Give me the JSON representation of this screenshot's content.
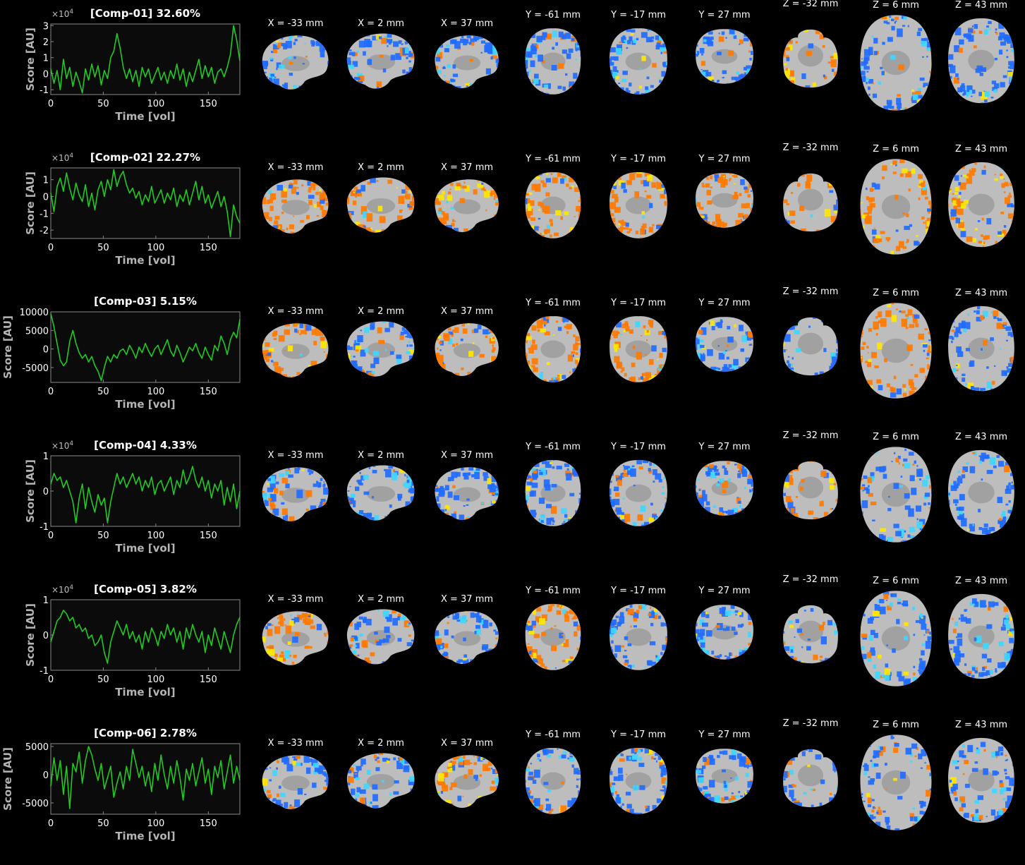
{
  "chart_data": [
    {
      "type": "line",
      "title": "[Comp-01] 32.60%",
      "xlabel": "Time [vol]",
      "ylabel": "Score [AU]",
      "y_multiplier": "×10",
      "y_exponent": "4",
      "xlim": [
        0,
        180
      ],
      "ylim": [
        -1.3,
        3.1
      ],
      "xticks": [
        0,
        50,
        100,
        150
      ],
      "yticks": [
        -1,
        0,
        1,
        2,
        3
      ],
      "ytick_labels": [
        "-1",
        "0",
        "1",
        "2",
        "3"
      ],
      "series": [
        {
          "color": "#22c922",
          "x": [
            0,
            3,
            6,
            9,
            12,
            15,
            18,
            21,
            24,
            27,
            30,
            33,
            36,
            39,
            42,
            45,
            48,
            51,
            54,
            57,
            60,
            63,
            66,
            69,
            72,
            75,
            78,
            81,
            84,
            87,
            90,
            93,
            96,
            99,
            102,
            105,
            108,
            111,
            114,
            117,
            120,
            123,
            126,
            129,
            132,
            135,
            138,
            141,
            144,
            147,
            150,
            153,
            156,
            159,
            162,
            165,
            168,
            171,
            174,
            177,
            180
          ],
          "y": [
            0.3,
            -0.6,
            0.2,
            -1.0,
            0.9,
            -0.3,
            0.4,
            -0.8,
            0.1,
            -0.5,
            -1.2,
            0.3,
            -0.4,
            0.6,
            -0.2,
            0.5,
            -0.7,
            0.2,
            -0.3,
            1.0,
            1.4,
            2.5,
            1.6,
            0.4,
            -0.3,
            0.3,
            -0.5,
            0.2,
            -0.8,
            0.4,
            -0.2,
            0.3,
            -0.6,
            -0.1,
            0.4,
            -0.4,
            0.1,
            -0.6,
            0.2,
            -0.3,
            0.6,
            -0.4,
            0.3,
            -0.8,
            0.1,
            -0.5,
            0.2,
            0.9,
            -0.3,
            0.5,
            -0.2,
            0.4,
            -0.6,
            0.1,
            0.3,
            -0.2,
            0.4,
            1.2,
            3.0,
            2.1,
            0.8
          ]
        }
      ]
    },
    {
      "type": "line",
      "title": "[Comp-02] 22.27%",
      "xlabel": "Time [vol]",
      "ylabel": "Score [AU]",
      "y_multiplier": "×10",
      "y_exponent": "4",
      "xlim": [
        0,
        180
      ],
      "ylim": [
        -2.5,
        1.7
      ],
      "xticks": [
        0,
        50,
        100,
        150
      ],
      "yticks": [
        -2,
        -1,
        0,
        1
      ],
      "ytick_labels": [
        "-2",
        "-1",
        "0",
        "1"
      ],
      "series": [
        {
          "color": "#22c922",
          "x": [
            0,
            3,
            6,
            9,
            12,
            15,
            18,
            21,
            24,
            27,
            30,
            33,
            36,
            39,
            42,
            45,
            48,
            51,
            54,
            57,
            60,
            63,
            66,
            69,
            72,
            75,
            78,
            81,
            84,
            87,
            90,
            93,
            96,
            99,
            102,
            105,
            108,
            111,
            114,
            117,
            120,
            123,
            126,
            129,
            132,
            135,
            138,
            141,
            144,
            147,
            150,
            153,
            156,
            159,
            162,
            165,
            168,
            171,
            174,
            177,
            180
          ],
          "y": [
            0.2,
            -0.9,
            0.6,
            1.1,
            0.3,
            1.4,
            0.5,
            -0.2,
            0.8,
            0.1,
            -0.3,
            0.7,
            -0.6,
            0.2,
            -0.8,
            0.4,
            0.9,
            0.0,
            1.0,
            0.4,
            1.6,
            0.6,
            1.2,
            1.5,
            0.7,
            0.2,
            0.5,
            -0.1,
            0.3,
            -0.5,
            0.1,
            -0.3,
            0.6,
            -0.4,
            0.0,
            0.4,
            -0.4,
            0.2,
            -0.2,
            0.5,
            -0.6,
            0.1,
            -0.3,
            0.4,
            -0.5,
            0.2,
            0.9,
            -0.2,
            0.6,
            -0.4,
            0.1,
            -0.7,
            -0.2,
            0.3,
            -0.6,
            0.0,
            -0.9,
            -2.4,
            -0.5,
            -1.2,
            -1.6
          ]
        }
      ]
    },
    {
      "type": "line",
      "title": "[Comp-03] 5.15%",
      "xlabel": "Time [vol]",
      "ylabel": "Score [AU]",
      "xlim": [
        0,
        180
      ],
      "ylim": [
        -9000,
        10000
      ],
      "xticks": [
        0,
        50,
        100,
        150
      ],
      "yticks": [
        -5000,
        0,
        5000,
        10000
      ],
      "ytick_labels": [
        "-5000",
        "0",
        "5000",
        "10000"
      ],
      "series": [
        {
          "color": "#22c922",
          "x": [
            0,
            3,
            6,
            9,
            12,
            15,
            18,
            21,
            24,
            27,
            30,
            33,
            36,
            39,
            42,
            45,
            48,
            51,
            54,
            57,
            60,
            63,
            66,
            69,
            72,
            75,
            78,
            81,
            84,
            87,
            90,
            93,
            96,
            99,
            102,
            105,
            108,
            111,
            114,
            117,
            120,
            123,
            126,
            129,
            132,
            135,
            138,
            141,
            144,
            147,
            150,
            153,
            156,
            159,
            162,
            165,
            168,
            171,
            174,
            177,
            180
          ],
          "y": [
            9500,
            6000,
            1500,
            -3000,
            -4500,
            -3500,
            2000,
            5000,
            1500,
            -1000,
            -2500,
            -1500,
            -3500,
            -2000,
            -4500,
            -6000,
            -8500,
            -5000,
            -2000,
            -3500,
            -1500,
            -2500,
            -500,
            0,
            -1500,
            1000,
            -500,
            -2500,
            500,
            -1000,
            1500,
            -500,
            -2000,
            0,
            1000,
            -1500,
            500,
            2500,
            -500,
            -2000,
            1000,
            -1000,
            -3500,
            -1500,
            500,
            -500,
            1500,
            -1000,
            -2500,
            500,
            -1500,
            -3000,
            1000,
            -500,
            3500,
            1500,
            -1500,
            2500,
            4500,
            3000,
            8000
          ]
        }
      ]
    },
    {
      "type": "line",
      "title": "[Comp-04] 4.33%",
      "xlabel": "Time [vol]",
      "ylabel": "Score [AU]",
      "y_multiplier": "×10",
      "y_exponent": "4",
      "xlim": [
        0,
        180
      ],
      "ylim": [
        -1.0,
        1.0
      ],
      "xticks": [
        0,
        50,
        100,
        150
      ],
      "yticks": [
        -1,
        0,
        1
      ],
      "ytick_labels": [
        "-1",
        "0",
        "1"
      ],
      "series": [
        {
          "color": "#22c922",
          "x": [
            0,
            3,
            6,
            9,
            12,
            15,
            18,
            21,
            24,
            27,
            30,
            33,
            36,
            39,
            42,
            45,
            48,
            51,
            54,
            57,
            60,
            63,
            66,
            69,
            72,
            75,
            78,
            81,
            84,
            87,
            90,
            93,
            96,
            99,
            102,
            105,
            108,
            111,
            114,
            117,
            120,
            123,
            126,
            129,
            132,
            135,
            138,
            141,
            144,
            147,
            150,
            153,
            156,
            159,
            162,
            165,
            168,
            171,
            174,
            177,
            180
          ],
          "y": [
            0.2,
            0.5,
            0.3,
            0.4,
            0.1,
            0.3,
            0.0,
            -0.3,
            -0.9,
            -0.2,
            0.2,
            -0.5,
            0.1,
            -0.3,
            -0.6,
            -0.1,
            -0.4,
            -0.2,
            -0.9,
            -0.3,
            0.1,
            0.5,
            0.2,
            0.4,
            0.1,
            0.3,
            0.5,
            0.2,
            0.4,
            0.0,
            0.3,
            0.1,
            0.4,
            -0.1,
            0.2,
            0.3,
            0.0,
            0.2,
            0.4,
            -0.1,
            0.3,
            0.1,
            0.6,
            0.2,
            0.4,
            0.7,
            0.3,
            0.1,
            0.4,
            0.0,
            0.3,
            -0.2,
            0.2,
            0.0,
            0.3,
            -0.4,
            0.1,
            -0.3,
            0.2,
            -0.5,
            0.0
          ]
        }
      ]
    },
    {
      "type": "line",
      "title": "[Comp-05] 3.82%",
      "xlabel": "Time [vol]",
      "ylabel": "Score [AU]",
      "y_multiplier": "×10",
      "y_exponent": "4",
      "xlim": [
        0,
        180
      ],
      "ylim": [
        -1.0,
        1.0
      ],
      "xticks": [
        0,
        50,
        100,
        150
      ],
      "yticks": [
        -1,
        0,
        1
      ],
      "ytick_labels": [
        "-1",
        "0",
        "1"
      ],
      "series": [
        {
          "color": "#22c922",
          "x": [
            0,
            3,
            6,
            9,
            12,
            15,
            18,
            21,
            24,
            27,
            30,
            33,
            36,
            39,
            42,
            45,
            48,
            51,
            54,
            57,
            60,
            63,
            66,
            69,
            72,
            75,
            78,
            81,
            84,
            87,
            90,
            93,
            96,
            99,
            102,
            105,
            108,
            111,
            114,
            117,
            120,
            123,
            126,
            129,
            132,
            135,
            138,
            141,
            144,
            147,
            150,
            153,
            156,
            159,
            162,
            165,
            168,
            171,
            174,
            177,
            180
          ],
          "y": [
            -0.2,
            0.1,
            0.4,
            0.5,
            0.7,
            0.6,
            0.4,
            0.5,
            0.2,
            0.3,
            0.1,
            0.2,
            -0.1,
            0.0,
            -0.3,
            -0.2,
            0.0,
            -0.5,
            -0.8,
            -0.2,
            0.1,
            0.4,
            0.2,
            0.0,
            0.3,
            -0.1,
            0.1,
            -0.2,
            0.0,
            -0.4,
            0.1,
            -0.2,
            0.2,
            0.0,
            -0.3,
            0.1,
            -0.1,
            0.3,
            0.0,
            0.2,
            -0.2,
            0.1,
            -0.4,
            0.2,
            -0.1,
            0.3,
            0.0,
            -0.2,
            0.1,
            -0.5,
            0.0,
            -0.3,
            0.2,
            -0.1,
            -0.4,
            0.1,
            -0.2,
            -0.5,
            0.0,
            0.3,
            0.5
          ]
        }
      ]
    },
    {
      "type": "line",
      "title": "[Comp-06] 2.78%",
      "xlabel": "Time [vol]",
      "ylabel": "Score [AU]",
      "xlim": [
        0,
        180
      ],
      "ylim": [
        -7000,
        5500
      ],
      "xticks": [
        0,
        50,
        100,
        150
      ],
      "yticks": [
        -5000,
        0,
        5000
      ],
      "ytick_labels": [
        "-5000",
        "0",
        "5000"
      ],
      "series": [
        {
          "color": "#22c922",
          "x": [
            0,
            3,
            6,
            9,
            12,
            15,
            18,
            21,
            24,
            27,
            30,
            33,
            36,
            39,
            42,
            45,
            48,
            51,
            54,
            57,
            60,
            63,
            66,
            69,
            72,
            75,
            78,
            81,
            84,
            87,
            90,
            93,
            96,
            99,
            102,
            105,
            108,
            111,
            114,
            117,
            120,
            123,
            126,
            129,
            132,
            135,
            138,
            141,
            144,
            147,
            150,
            153,
            156,
            159,
            162,
            165,
            168,
            171,
            174,
            177,
            180
          ],
          "y": [
            -2000,
            3000,
            -1000,
            2500,
            -3500,
            1500,
            -6000,
            2000,
            500,
            4000,
            -1500,
            2500,
            5000,
            3500,
            1000,
            -1000,
            2000,
            -2500,
            -500,
            1500,
            -4000,
            -1500,
            500,
            -2500,
            1500,
            -1000,
            4500,
            2000,
            -500,
            1500,
            -2000,
            500,
            -3000,
            2000,
            -1000,
            3500,
            0,
            -2500,
            1500,
            -1500,
            2500,
            -500,
            -4500,
            1000,
            -1000,
            2000,
            -2000,
            500,
            3000,
            -1500,
            1000,
            -3500,
            1500,
            -500,
            2500,
            -2500,
            500,
            3500,
            -1500,
            1500,
            -1000
          ]
        }
      ]
    }
  ],
  "slice_labels": [
    "X = -33 mm",
    "X = 2 mm",
    "X = 37 mm",
    "Y = -61 mm",
    "Y = -17 mm",
    "Y = 27 mm",
    "Z = -32 mm",
    "Z = 6 mm",
    "Z = 43 mm"
  ],
  "colors": {
    "background": "#000000",
    "plot_bg": "#0b0b0b",
    "axis": "#8a8a8a",
    "positive_hot": "#ff7a00",
    "positive_max": "#ffe600",
    "negative_cool": "#1f6bff",
    "negative_max": "#3fd6ff",
    "brain": "#bdbdbd"
  },
  "component_maps": [
    [
      "cool",
      "cool",
      "cool",
      "cool",
      "cool",
      "cool",
      "hot",
      "cool",
      "cool"
    ],
    [
      "hot",
      "hot",
      "hot",
      "hot",
      "hot",
      "hot",
      "hot",
      "hot",
      "hot"
    ],
    [
      "hot",
      "cool",
      "hot",
      "hot",
      "hot",
      "cool",
      "cool",
      "hot",
      "cool"
    ],
    [
      "cool",
      "cool",
      "cool",
      "cool",
      "cool",
      "cool",
      "hot",
      "cool",
      "cool"
    ],
    [
      "hot",
      "cool",
      "cool",
      "hot",
      "cool",
      "cool",
      "cool",
      "cool",
      "cool"
    ],
    [
      "cool",
      "cool",
      "hot",
      "cool",
      "cool",
      "cool",
      "cool",
      "cool",
      "cool"
    ]
  ]
}
